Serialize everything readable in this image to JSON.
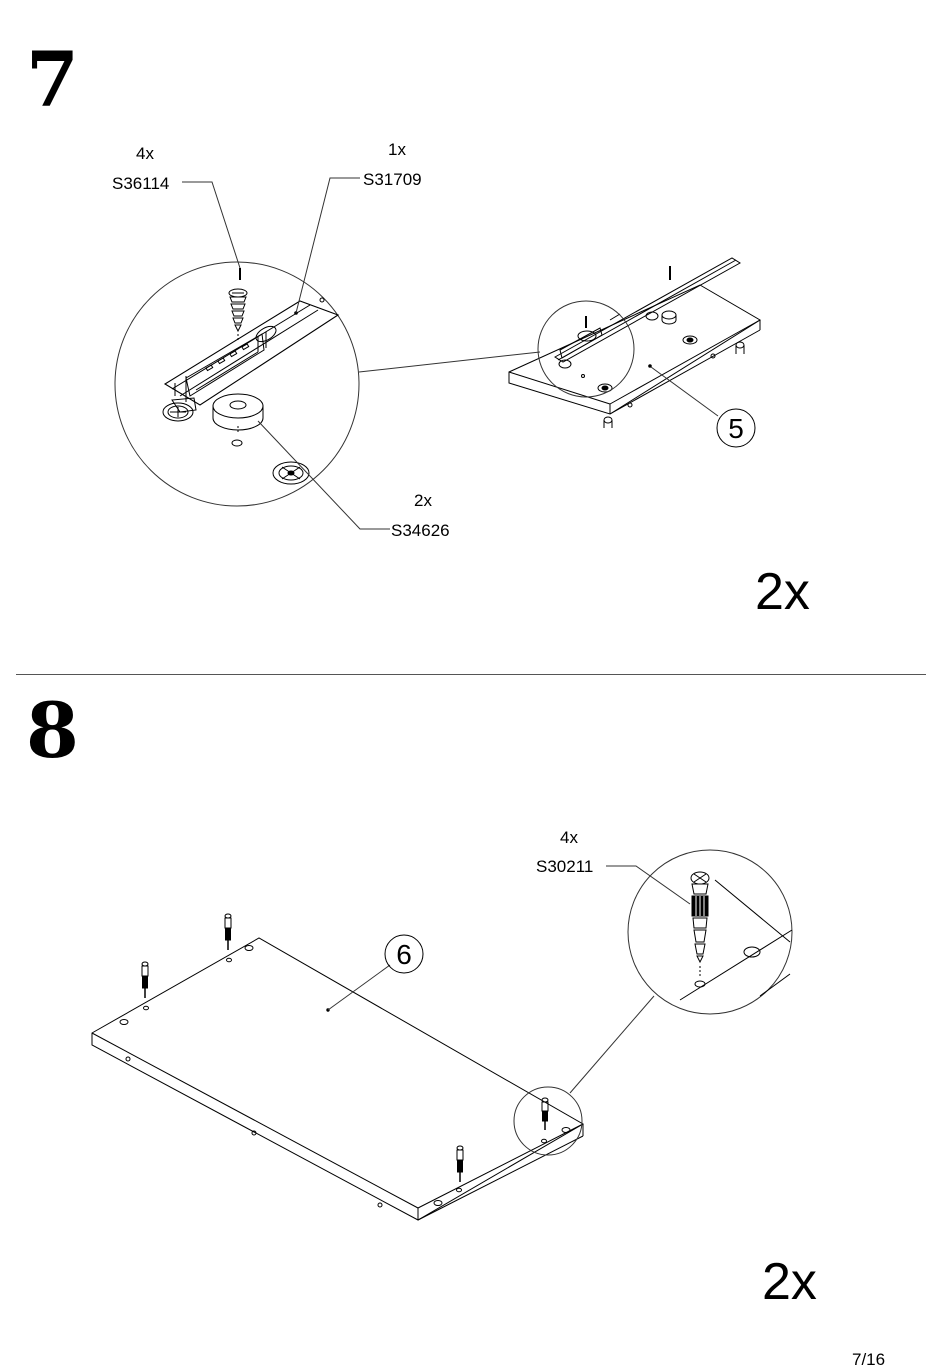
{
  "step7": {
    "number": "7",
    "parts": [
      {
        "qty": "4x",
        "code": "S36114"
      },
      {
        "qty": "1x",
        "code": "S31709"
      },
      {
        "qty": "2x",
        "code": "S34626"
      }
    ],
    "panel_label": "5",
    "multiplier": "2x"
  },
  "step8": {
    "number": "8",
    "parts": [
      {
        "qty": "4x",
        "code": "S30211"
      }
    ],
    "panel_label": "6",
    "multiplier": "2x"
  },
  "page_number": "7/16"
}
